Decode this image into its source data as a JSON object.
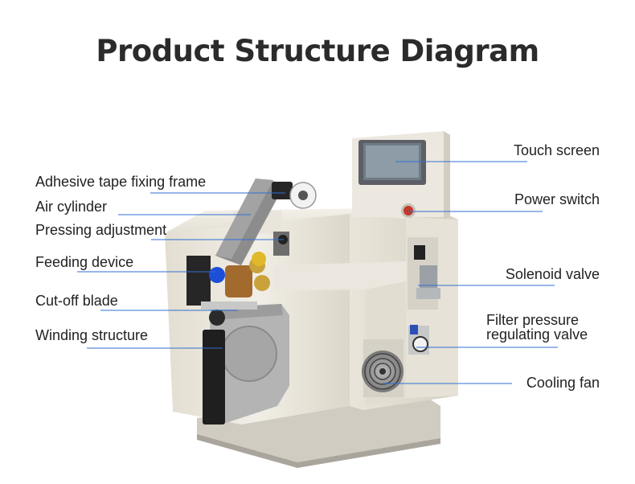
{
  "title": "Product Structure Diagram",
  "labels_left": [
    {
      "id": "adhesive-tape-fixing-frame",
      "text": "Adhesive tape fixing frame"
    },
    {
      "id": "air-cylinder",
      "text": "Air cylinder"
    },
    {
      "id": "pressing-adjustment",
      "text": "Pressing adjustment"
    },
    {
      "id": "feeding-device",
      "text": "Feeding device"
    },
    {
      "id": "cut-off-blade",
      "text": "Cut-off blade"
    },
    {
      "id": "winding-structure",
      "text": "Winding structure"
    }
  ],
  "labels_right": [
    {
      "id": "touch-screen",
      "text": "Touch screen"
    },
    {
      "id": "power-switch",
      "text": "Power switch"
    },
    {
      "id": "solenoid-valve",
      "text": "Solenoid valve"
    },
    {
      "id": "filter-pressure-regulating-valve",
      "line1": "Filter pressure",
      "line2": "regulating valve"
    },
    {
      "id": "cooling-fan",
      "text": "Cooling fan"
    }
  ],
  "colors": {
    "leader_line": "#2f6fd0",
    "machine_body": "#ece8dd",
    "text": "#222222"
  }
}
